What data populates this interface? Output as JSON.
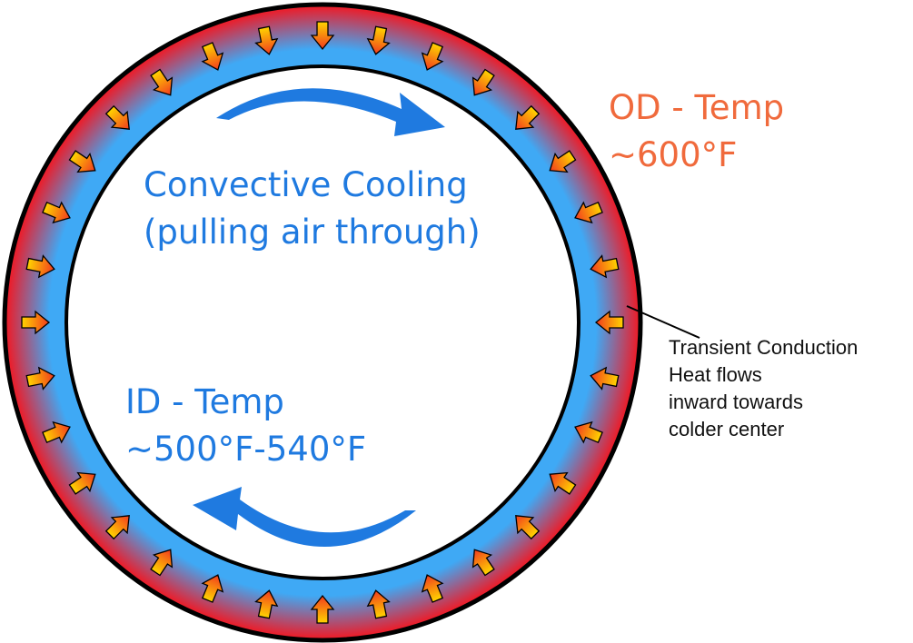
{
  "colors": {
    "hot_edge": "#e8202e",
    "cool_edge": "#3fa9f5",
    "flow_arrow": "#1f7ae0",
    "od_text": "#f06a3c",
    "arrow_top": "#ffd400",
    "arrow_bottom": "#f23a1e",
    "outline": "#000000"
  },
  "icons": {
    "heat_arrow": "inward-heat-arrow-icon",
    "circulation": "curved-flow-arrow-icon"
  },
  "labels": {
    "center_title_line1": "Convective Cooling",
    "center_title_line2": "(pulling air through)",
    "od_line1": "OD - Temp",
    "od_line2": "~600°F",
    "id_line1": "ID - Temp",
    "id_line2": "~500°F-540°F",
    "note_line1": "Transient Conduction",
    "note_line2": "Heat flows",
    "note_line3": "inward towards",
    "note_line4": "colder center"
  }
}
